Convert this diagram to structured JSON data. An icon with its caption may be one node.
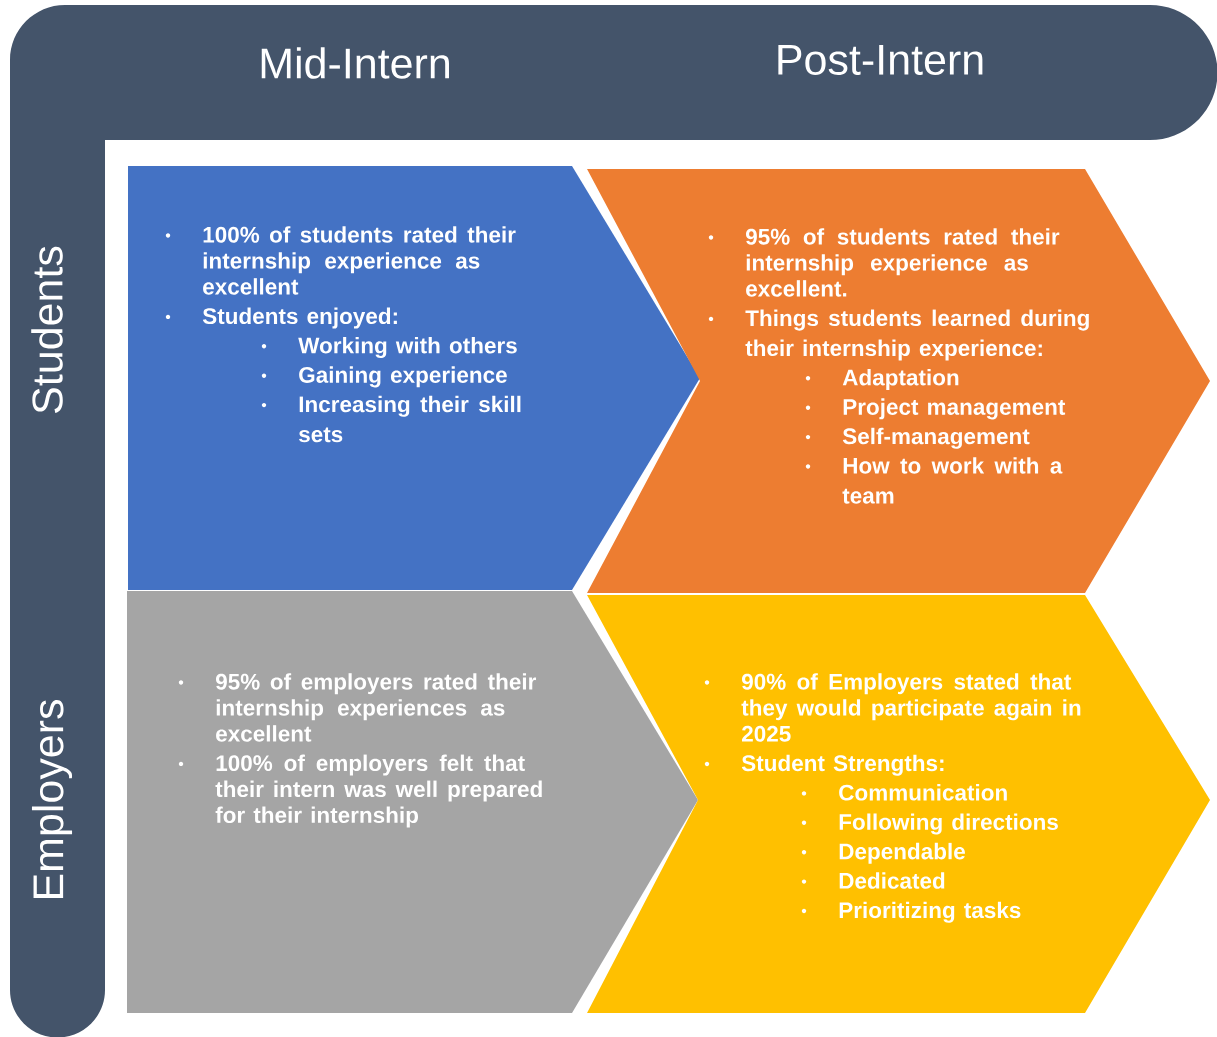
{
  "diagram": {
    "nodes": [
      {
        "text": [
          "100% of students rated their internship experience as excellent",
          "Students enjoyed:",
          "Working with others",
          "Gaining experience",
          "Increasing their skill sets"
        ]
      },
      {
        "text": [
          "95% of students rated their internship experience as excellent.",
          "Things students learned during their internship experience:",
          "Adaptation",
          "Project management",
          "Self-management",
          "How to work with a team"
        ]
      },
      {
        "text": [
          "95% of employers rated their internship experiences as excellent",
          "100% of employers felt that their intern was well prepared for their internship"
        ]
      },
      {
        "text": [
          "90% of Employers stated that they would participate again in 2025",
          "Student Strengths:",
          "Communication",
          "Following directions",
          "Dependable",
          "Dedicated",
          "Prioritizing tasks"
        ]
      }
    ],
    "edges": [],
    "labels": [
      "Mid-Intern",
      "Post-Intern",
      "Students",
      "Employers"
    ]
  }
}
